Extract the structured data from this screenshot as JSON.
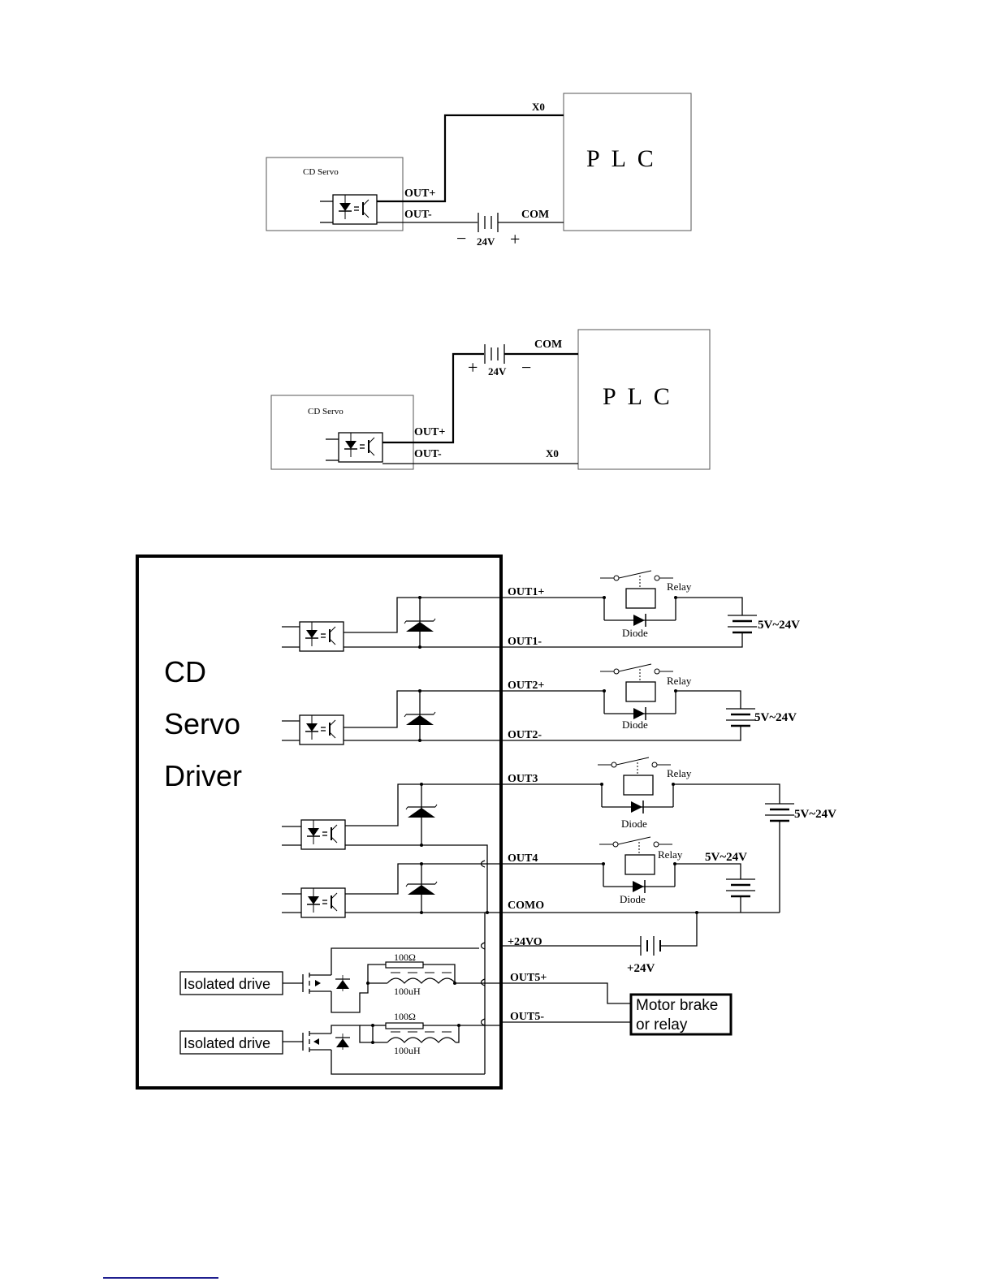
{
  "diagram1": {
    "servo_label": "CD Servo",
    "plc_label": "P  L  C",
    "out_plus": "OUT+",
    "out_minus": "OUT-",
    "x0": "X0",
    "com": "COM",
    "battery_voltage": "24V",
    "battery_left_sign": "−",
    "battery_right_sign": "+"
  },
  "diagram2": {
    "servo_label": "CD Servo",
    "plc_label": "P  L  C",
    "out_plus": "OUT+",
    "out_minus": "OUT-",
    "x0": "X0",
    "com": "COM",
    "battery_voltage": "24V",
    "battery_left_sign": "+",
    "battery_right_sign": "−"
  },
  "diagram3": {
    "driver_title": [
      "CD",
      "Servo",
      "Driver"
    ],
    "terminals": {
      "out1_plus": "OUT1+",
      "out1_minus": "OUT1-",
      "out2_plus": "OUT2+",
      "out2_minus": "OUT2-",
      "out3": "OUT3",
      "out4": "OUT4",
      "como": "COMO",
      "v24o": "+24VO",
      "out5_plus": "OUT5+",
      "out5_minus": "OUT5-"
    },
    "relay_label": "Relay",
    "diode_label": "Diode",
    "supply_label": "5V~24V",
    "supply_24v_label": "+24V",
    "resistor_label": "100Ω",
    "inductor_label": "100uH",
    "isolated_drive_label": "Isolated drive",
    "load_label_line1": "Motor brake",
    "load_label_line2": "or relay"
  }
}
